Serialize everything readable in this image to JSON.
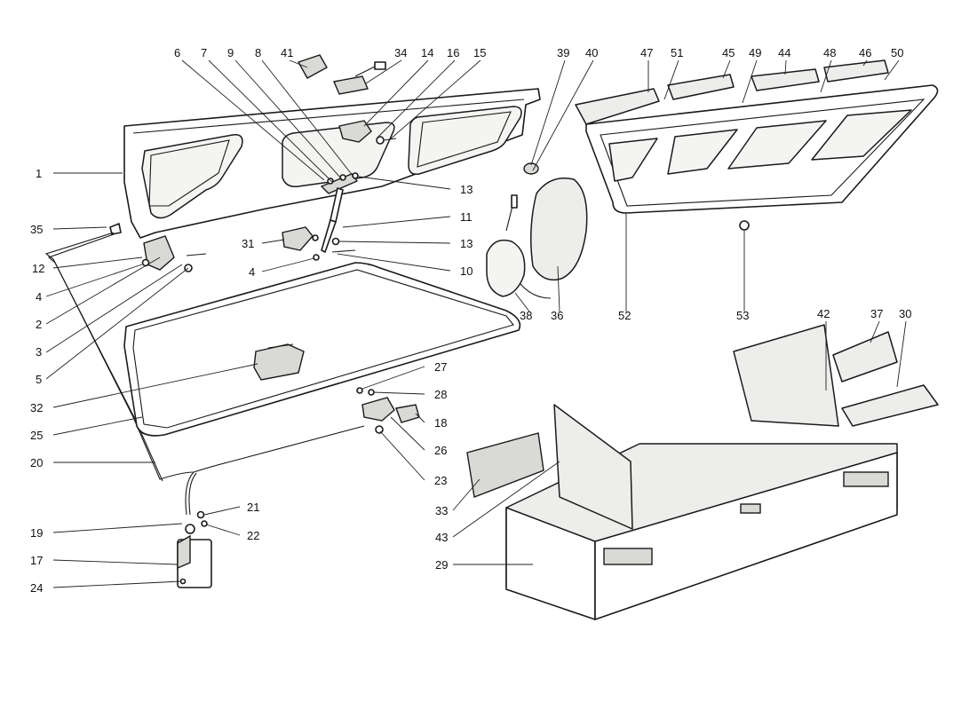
{
  "callouts": [
    {
      "id": "1",
      "text": "1"
    },
    {
      "id": "2",
      "text": "2"
    },
    {
      "id": "3",
      "text": "3"
    },
    {
      "id": "4a",
      "text": "4"
    },
    {
      "id": "4b",
      "text": "4"
    },
    {
      "id": "5",
      "text": "5"
    },
    {
      "id": "6",
      "text": "6"
    },
    {
      "id": "7",
      "text": "7"
    },
    {
      "id": "8",
      "text": "8"
    },
    {
      "id": "9",
      "text": "9"
    },
    {
      "id": "10",
      "text": "10"
    },
    {
      "id": "11",
      "text": "11"
    },
    {
      "id": "12",
      "text": "12"
    },
    {
      "id": "13a",
      "text": "13"
    },
    {
      "id": "13b",
      "text": "13"
    },
    {
      "id": "14",
      "text": "14"
    },
    {
      "id": "15",
      "text": "15"
    },
    {
      "id": "16",
      "text": "16"
    },
    {
      "id": "17",
      "text": "17"
    },
    {
      "id": "18",
      "text": "18"
    },
    {
      "id": "19",
      "text": "19"
    },
    {
      "id": "20",
      "text": "20"
    },
    {
      "id": "21",
      "text": "21"
    },
    {
      "id": "22",
      "text": "22"
    },
    {
      "id": "23",
      "text": "23"
    },
    {
      "id": "24",
      "text": "24"
    },
    {
      "id": "25",
      "text": "25"
    },
    {
      "id": "26",
      "text": "26"
    },
    {
      "id": "27",
      "text": "27"
    },
    {
      "id": "28",
      "text": "28"
    },
    {
      "id": "29",
      "text": "29"
    },
    {
      "id": "30",
      "text": "30"
    },
    {
      "id": "31",
      "text": "31"
    },
    {
      "id": "32",
      "text": "32"
    },
    {
      "id": "33",
      "text": "33"
    },
    {
      "id": "34",
      "text": "34"
    },
    {
      "id": "35",
      "text": "35"
    },
    {
      "id": "36",
      "text": "36"
    },
    {
      "id": "37",
      "text": "37"
    },
    {
      "id": "38",
      "text": "38"
    },
    {
      "id": "39",
      "text": "39"
    },
    {
      "id": "40",
      "text": "40"
    },
    {
      "id": "41",
      "text": "41"
    },
    {
      "id": "42",
      "text": "42"
    },
    {
      "id": "43",
      "text": "43"
    },
    {
      "id": "44",
      "text": "44"
    },
    {
      "id": "45",
      "text": "45"
    },
    {
      "id": "46",
      "text": "46"
    },
    {
      "id": "47",
      "text": "47"
    },
    {
      "id": "48",
      "text": "48"
    },
    {
      "id": "49",
      "text": "49"
    },
    {
      "id": "50",
      "text": "50"
    },
    {
      "id": "51",
      "text": "51"
    },
    {
      "id": "52",
      "text": "52"
    },
    {
      "id": "53",
      "text": "53"
    }
  ]
}
